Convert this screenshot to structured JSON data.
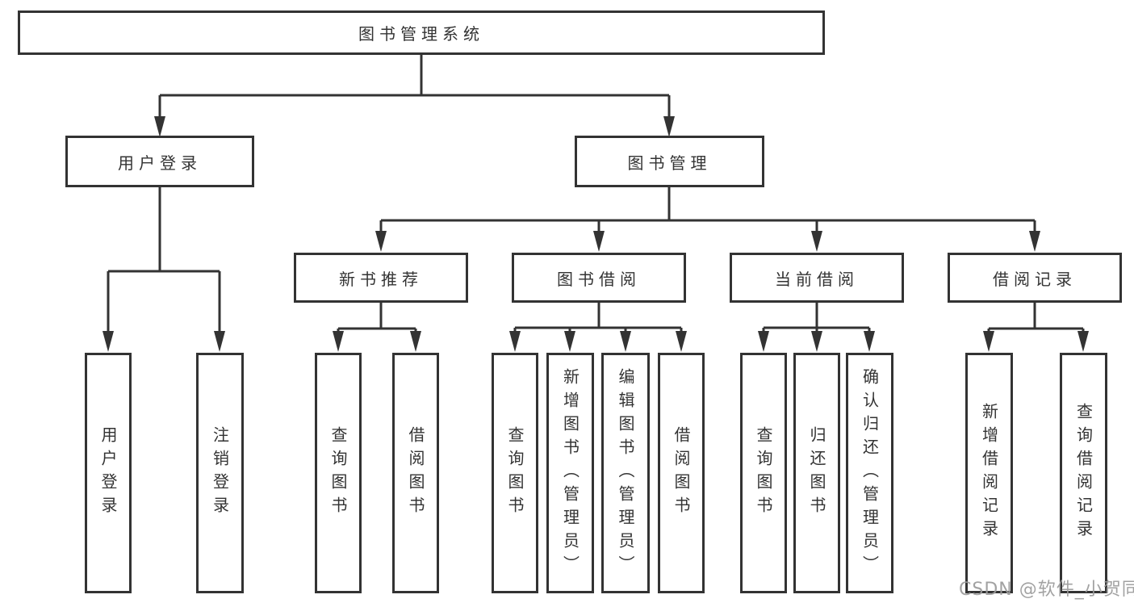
{
  "diagram": {
    "root": {
      "label": "图书管理系统"
    },
    "branches": [
      {
        "label": "用户登录",
        "children": [
          "用户登录",
          "注销登录"
        ]
      },
      {
        "label": "图书管理",
        "sections": [
          {
            "label": "新书推荐",
            "children": [
              "查询图书",
              "借阅图书"
            ]
          },
          {
            "label": "图书借阅",
            "children": [
              "查询图书",
              "新增图书（管理员）",
              "编辑图书（管理员）",
              "借阅图书"
            ]
          },
          {
            "label": "当前借阅",
            "children": [
              "查询图书",
              "归还图书",
              "确认归还（管理员）"
            ]
          },
          {
            "label": "借阅记录",
            "children": [
              "新增借阅记录",
              "查询借阅记录"
            ]
          }
        ]
      }
    ]
  },
  "watermark": "CSDN @软件_小贺同学",
  "colors": {
    "line": "#333333",
    "text": "#333333",
    "box_background": "#ffffff",
    "page_background": "#ffffff",
    "watermark": "#9b9b9b"
  }
}
